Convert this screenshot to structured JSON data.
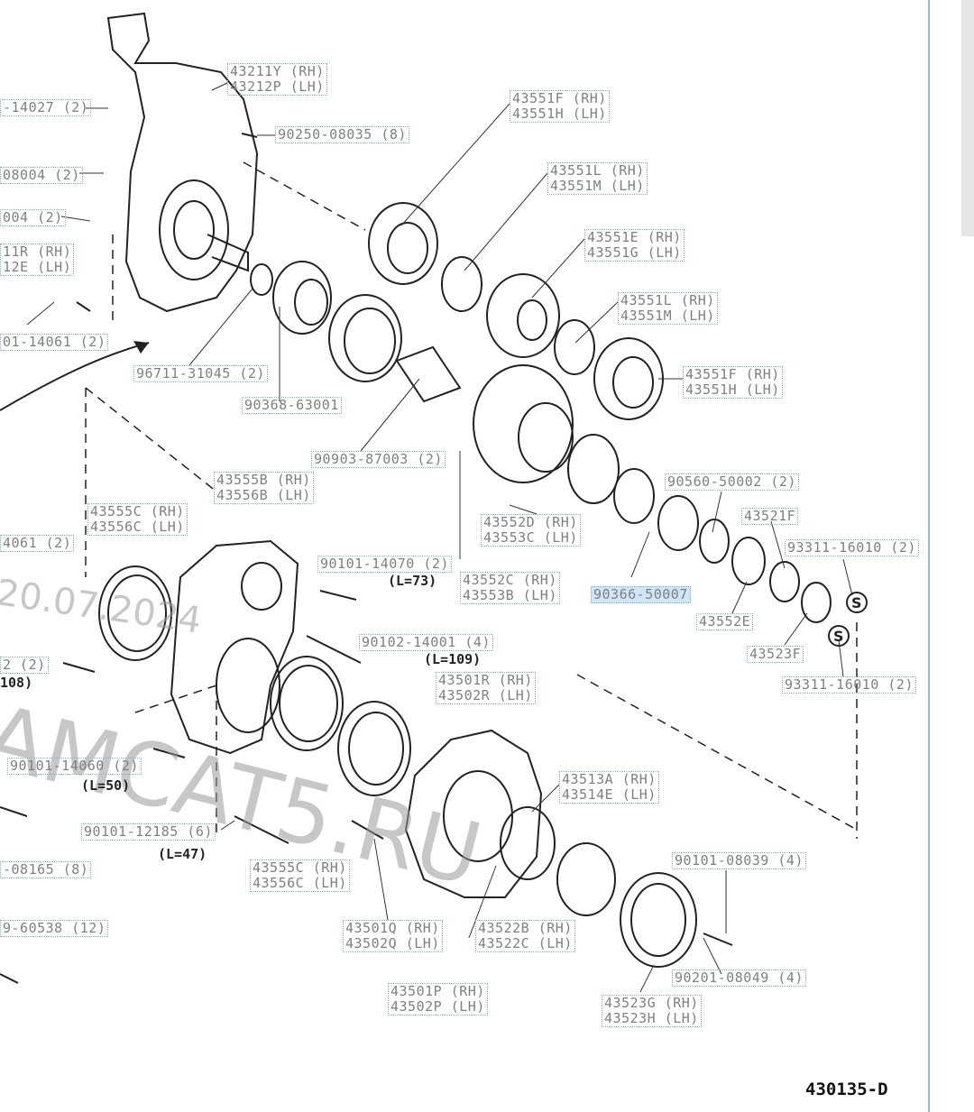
{
  "figure_id": "430135-D",
  "watermark": {
    "date_text": "20.07.2024",
    "site_text": "AMCAT5.RU"
  },
  "labels": [
    {
      "id": "c1",
      "lines": [
        "43211Y (RH)",
        "43212P (LH)"
      ]
    },
    {
      "id": "c2",
      "lines": [
        "-14027 (2)"
      ]
    },
    {
      "id": "c3",
      "lines": [
        "90250-08035 (8)"
      ]
    },
    {
      "id": "c4",
      "lines": [
        "08004 (2)"
      ]
    },
    {
      "id": "c5",
      "lines": [
        "004 (2)"
      ]
    },
    {
      "id": "c6",
      "lines": [
        "11R (RH)",
        "12E (LH)"
      ]
    },
    {
      "id": "c7",
      "lines": [
        "01-14061 (2)"
      ]
    },
    {
      "id": "c8",
      "lines": [
        "43551F (RH)",
        "43551H (LH)"
      ]
    },
    {
      "id": "c9",
      "lines": [
        "43551L (RH)",
        "43551M (LH)"
      ]
    },
    {
      "id": "c10",
      "lines": [
        "43551E (RH)",
        "43551G (LH)"
      ]
    },
    {
      "id": "c11",
      "lines": [
        "43551L (RH)",
        "43551M (LH)"
      ]
    },
    {
      "id": "c12",
      "lines": [
        "43551F (RH)",
        "43551H (LH)"
      ]
    },
    {
      "id": "c13",
      "lines": [
        "96711-31045 (2)"
      ]
    },
    {
      "id": "c14",
      "lines": [
        "90368-63001"
      ]
    },
    {
      "id": "c15",
      "lines": [
        "90903-87003 (2)"
      ]
    },
    {
      "id": "c16",
      "lines": [
        "43555B (RH)",
        "43556B (LH)"
      ]
    },
    {
      "id": "c17",
      "lines": [
        "43555C (RH)",
        "43556C (LH)"
      ]
    },
    {
      "id": "c18",
      "lines": [
        "4061 (2)"
      ]
    },
    {
      "id": "c19",
      "lines": [
        "43552D (RH)",
        "43553C (LH)"
      ]
    },
    {
      "id": "c20",
      "lines": [
        "90560-50002 (2)"
      ]
    },
    {
      "id": "c21",
      "lines": [
        "43521F"
      ]
    },
    {
      "id": "c22",
      "lines": [
        "93311-16010 (2)"
      ]
    },
    {
      "id": "c23",
      "lines": [
        "90101-14070 (2)"
      ]
    },
    {
      "id": "c24",
      "lines": [
        "43552C (RH)",
        "43553B (LH)"
      ]
    },
    {
      "id": "c25",
      "lines": [
        "90366-50007"
      ],
      "highlight": true
    },
    {
      "id": "c26",
      "lines": [
        "43552E"
      ]
    },
    {
      "id": "c27",
      "lines": [
        "43523F"
      ]
    },
    {
      "id": "c28",
      "lines": [
        "93311-16010 (2)"
      ]
    },
    {
      "id": "c29",
      "lines": [
        "90102-14001 (4)"
      ]
    },
    {
      "id": "c30",
      "lines": [
        "2 (2)"
      ]
    },
    {
      "id": "c31",
      "lines": [
        "43501R (RH)",
        "43502R (LH)"
      ]
    },
    {
      "id": "c32",
      "lines": [
        "90101-14060 (2)"
      ]
    },
    {
      "id": "c33",
      "lines": [
        "43513A (RH)",
        "43514E (LH)"
      ]
    },
    {
      "id": "c34",
      "lines": [
        "90101-12185 (6)"
      ]
    },
    {
      "id": "c35",
      "lines": [
        "90101-08039 (4)"
      ]
    },
    {
      "id": "c36",
      "lines": [
        "-08165 (8)"
      ]
    },
    {
      "id": "c37",
      "lines": [
        "43555C (RH)",
        "43556C (LH)"
      ]
    },
    {
      "id": "c38",
      "lines": [
        "43501Q (RH)",
        "43502Q (LH)"
      ]
    },
    {
      "id": "c39",
      "lines": [
        "43522B (RH)",
        "43522C (LH)"
      ]
    },
    {
      "id": "c40",
      "lines": [
        "9-60538 (12)"
      ]
    },
    {
      "id": "c41",
      "lines": [
        "90201-08049 (4)"
      ]
    },
    {
      "id": "c42",
      "lines": [
        "43501P (RH)",
        "43502P (LH)"
      ]
    },
    {
      "id": "c43",
      "lines": [
        "43523G (RH)",
        "43523H (LH)"
      ]
    }
  ],
  "notes": [
    {
      "id": "n1",
      "text": "(L=73)"
    },
    {
      "id": "n2",
      "text": "(L=109)"
    },
    {
      "id": "n3",
      "text": "108)"
    },
    {
      "id": "n4",
      "text": "(L=50)"
    },
    {
      "id": "n5",
      "text": "(L=47)"
    }
  ],
  "symbols": [
    {
      "id": "s1",
      "text": "S"
    },
    {
      "id": "s2",
      "text": "S"
    }
  ]
}
